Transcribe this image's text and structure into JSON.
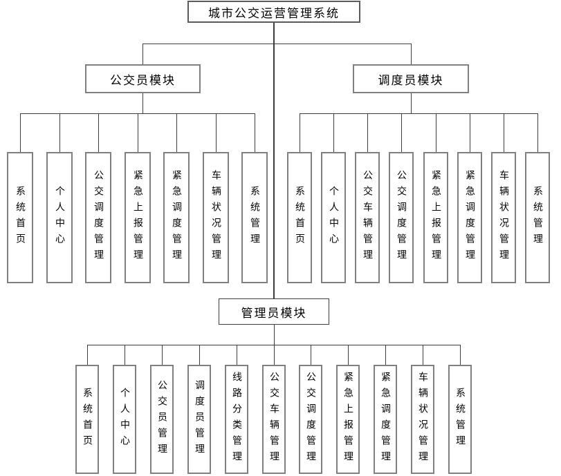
{
  "diagram": {
    "root_label": "城市公交运营管理系统",
    "modules": [
      {
        "label": "公交员模块",
        "children": [
          "系统首页",
          "个人中心",
          "公交调度管理",
          "紧急上报管理",
          "紧急调度管理",
          "车辆状况管理",
          "系统管理"
        ]
      },
      {
        "label": "调度员模块",
        "children": [
          "系统首页",
          "个人中心",
          "公交车辆管理",
          "公交调度管理",
          "紧急上报管理",
          "紧急调度管理",
          "车辆状况管理",
          "系统管理"
        ]
      },
      {
        "label": "管理员模块",
        "children": [
          "系统首页",
          "个人中心",
          "公交员管理",
          "调度员管理",
          "线路分类管理",
          "公交车辆管理",
          "公交调度管理",
          "紧急上报管理",
          "紧急调度管理",
          "车辆状况管理",
          "系统管理"
        ]
      }
    ],
    "colors": {
      "box_border": "#7f7f7f",
      "connector": "#3c3c3c"
    }
  }
}
